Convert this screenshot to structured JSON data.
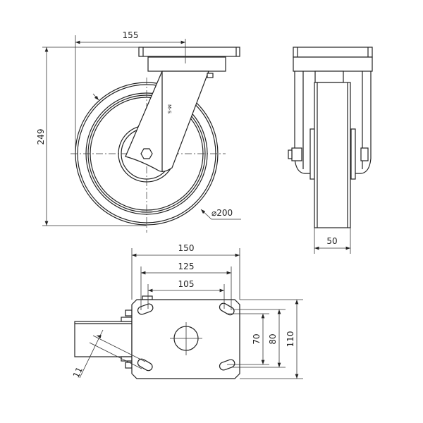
{
  "drawing": {
    "front_view": {
      "width_offset": "155",
      "height": "249",
      "wheel_diameter": "⌀200"
    },
    "side_view": {
      "wheel_width": "50"
    },
    "top_plate_view": {
      "plate_width": "150",
      "hole_spacing_outer_x": "125",
      "hole_spacing_inner_x": "105",
      "hole_spacing_inner_y": "70",
      "hole_spacing_outer_y": "80",
      "plate_depth": "110",
      "slot_width": "11"
    }
  }
}
